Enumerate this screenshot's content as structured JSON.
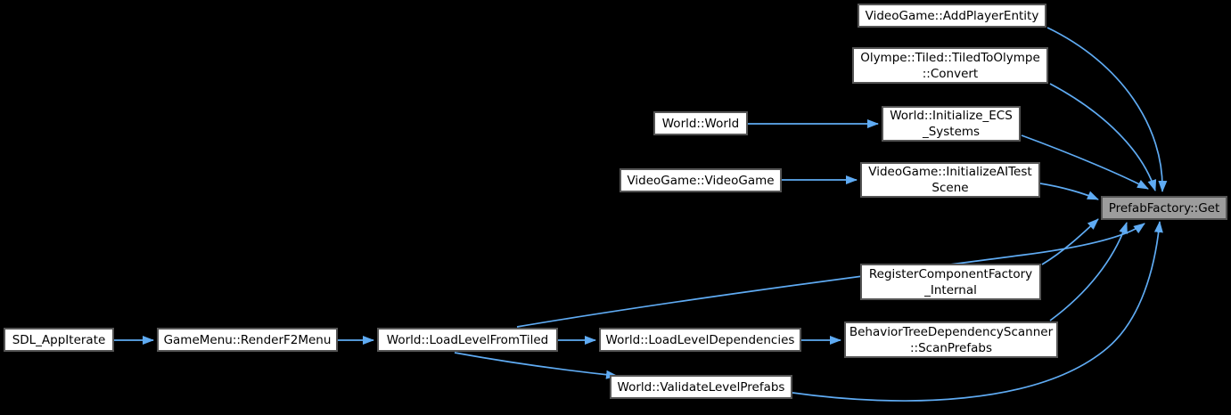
{
  "diagram": {
    "type": "doxygen-call-graph",
    "direction": "callers-to-target",
    "target": "PrefabFactory::Get",
    "colors": {
      "background": "#000000",
      "edge": "#5fabf3",
      "node_fill": "#ffffff",
      "node_border": "#555555",
      "node_text": "#000000",
      "highlight_fill": "#9c9c9c"
    },
    "nodes": [
      {
        "id": "addplayer",
        "lines": [
          "VideoGame::AddPlayerEntity"
        ],
        "highlight": false
      },
      {
        "id": "convert",
        "lines": [
          "Olympe::Tiled::TiledToOlympe",
          "::Convert"
        ],
        "highlight": false
      },
      {
        "id": "world",
        "lines": [
          "World::World"
        ],
        "highlight": false
      },
      {
        "id": "ecs",
        "lines": [
          "World::Initialize_ECS",
          "_Systems"
        ],
        "highlight": false
      },
      {
        "id": "videogame",
        "lines": [
          "VideoGame::VideoGame"
        ],
        "highlight": false
      },
      {
        "id": "aitest",
        "lines": [
          "VideoGame::InitializeAITest",
          "Scene"
        ],
        "highlight": false
      },
      {
        "id": "get",
        "lines": [
          "PrefabFactory::Get"
        ],
        "highlight": true
      },
      {
        "id": "register",
        "lines": [
          "RegisterComponentFactory",
          "_Internal"
        ],
        "highlight": false
      },
      {
        "id": "sdl",
        "lines": [
          "SDL_AppIterate"
        ],
        "highlight": false
      },
      {
        "id": "rendermenu",
        "lines": [
          "GameMenu::RenderF2Menu"
        ],
        "highlight": false
      },
      {
        "id": "loadlevel",
        "lines": [
          "World::LoadLevelFromTiled"
        ],
        "highlight": false
      },
      {
        "id": "loaddeps",
        "lines": [
          "World::LoadLevelDependencies"
        ],
        "highlight": false
      },
      {
        "id": "scanprefabs",
        "lines": [
          "BehaviorTreeDependencyScanner",
          "::ScanPrefabs"
        ],
        "highlight": false
      },
      {
        "id": "validate",
        "lines": [
          "World::ValidateLevelPrefabs"
        ],
        "highlight": false
      }
    ],
    "edges": [
      {
        "from": "sdl",
        "to": "rendermenu"
      },
      {
        "from": "rendermenu",
        "to": "loadlevel"
      },
      {
        "from": "loadlevel",
        "to": "loaddeps"
      },
      {
        "from": "loadlevel",
        "to": "validate"
      },
      {
        "from": "loadlevel",
        "to": "get"
      },
      {
        "from": "loaddeps",
        "to": "scanprefabs"
      },
      {
        "from": "scanprefabs",
        "to": "get"
      },
      {
        "from": "validate",
        "to": "get"
      },
      {
        "from": "register",
        "to": "get"
      },
      {
        "from": "world",
        "to": "ecs"
      },
      {
        "from": "ecs",
        "to": "get"
      },
      {
        "from": "videogame",
        "to": "aitest"
      },
      {
        "from": "aitest",
        "to": "get"
      },
      {
        "from": "convert",
        "to": "get"
      },
      {
        "from": "addplayer",
        "to": "get"
      }
    ]
  }
}
